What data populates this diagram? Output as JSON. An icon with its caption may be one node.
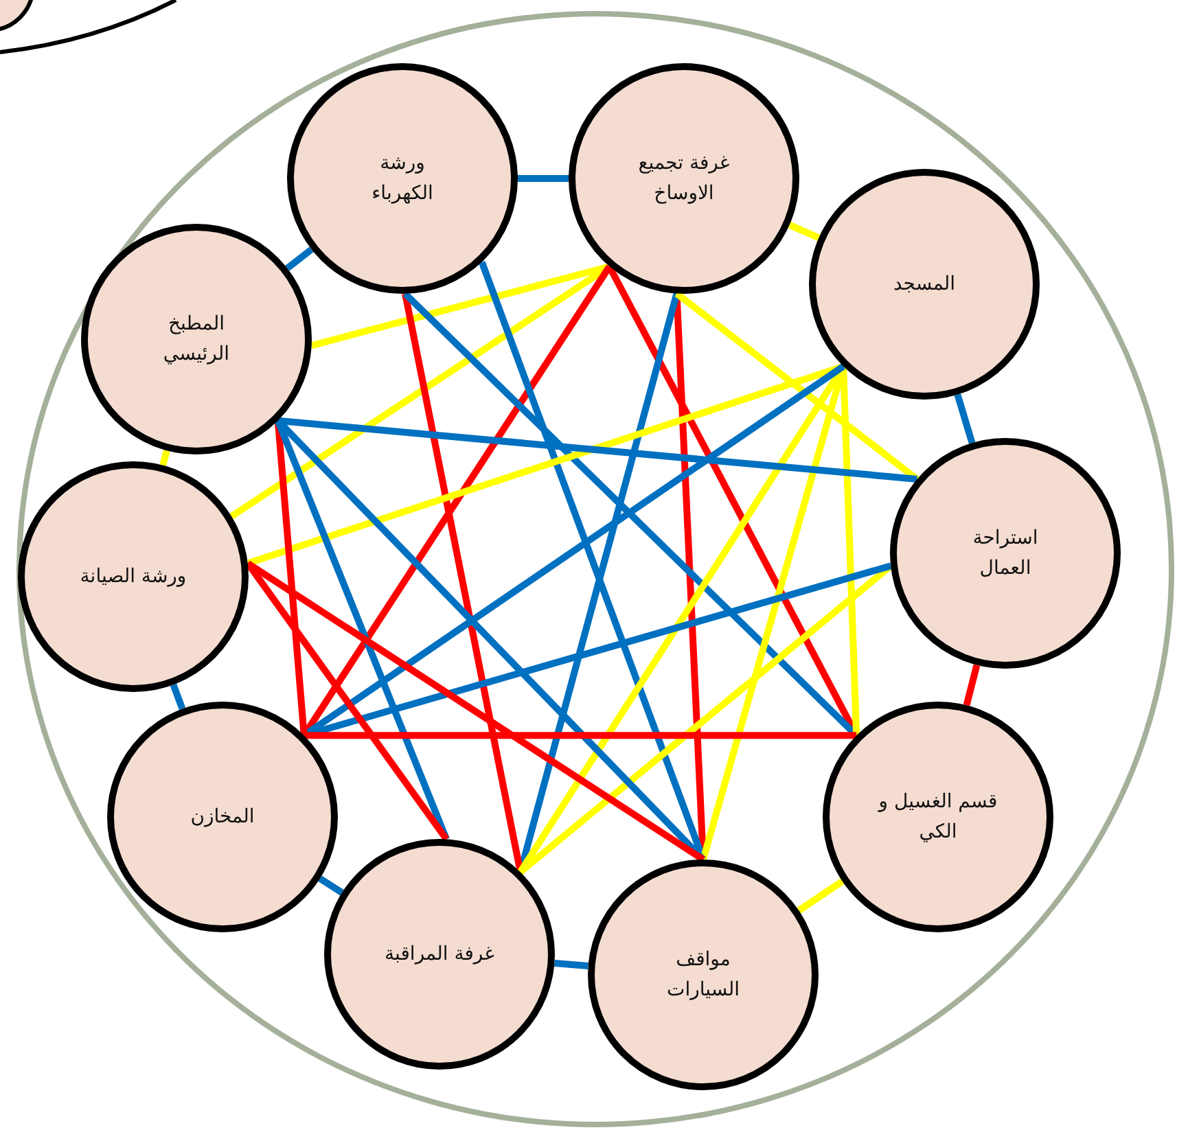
{
  "diagram": {
    "nodes": [
      {
        "text": [],
        "shape": "circle"
      },
      {
        "text": [
          "ورشة الكهرباء"
        ],
        "in": 0
      },
      {
        "text": [
          "غرفة تجميع الاوساخ"
        ],
        "in": 0
      },
      {
        "text": [
          "المسجد"
        ],
        "in": 0
      },
      {
        "text": [
          "استراحة العمال"
        ],
        "in": 0
      },
      {
        "text": [
          "قسم الغسيل و الكي"
        ],
        "in": 0
      },
      {
        "text": [
          "مواقف السيارات"
        ],
        "in": 0
      },
      {
        "text": [
          "غرفة المراقبة"
        ],
        "in": 0
      },
      {
        "text": [
          "المخازن"
        ],
        "in": 0
      },
      {
        "text": [
          "ورشة الصيانة"
        ],
        "in": 0
      },
      {
        "text": [
          "المطبخ الرئيسي"
        ],
        "in": 0
      }
    ],
    "edges": [
      {
        "from": 1,
        "to": 2,
        "arrow": "none"
      },
      {
        "from": 2,
        "to": 3,
        "arrow": "none",
        "color": "#ffff00"
      },
      {
        "from": 3,
        "to": 4,
        "arrow": "none"
      },
      {
        "from": 4,
        "to": 5,
        "arrow": "none",
        "color": "#ff0000"
      },
      {
        "from": 5,
        "to": 6,
        "arrow": "none",
        "color": "#ffff00"
      },
      {
        "from": 6,
        "to": 7,
        "arrow": "none"
      },
      {
        "from": 7,
        "to": 8,
        "arrow": "none"
      },
      {
        "from": 8,
        "to": 9,
        "arrow": "none"
      },
      {
        "from": 9,
        "to": 10,
        "arrow": "none",
        "color": "#ffff00"
      },
      {
        "from": 10,
        "to": 1,
        "arrow": "none"
      },
      {
        "from": 10,
        "to": 2,
        "arrow": "none",
        "color": "#ffff00"
      },
      {
        "from": 9,
        "to": 2,
        "arrow": "none",
        "color": "#ffff00"
      },
      {
        "from": 8,
        "to": 2,
        "arrow": "none",
        "color": "#ff0000"
      },
      {
        "from": 2,
        "to": 5,
        "arrow": "none",
        "color": "#ff0000"
      },
      {
        "from": 2,
        "to": 6,
        "arrow": "none",
        "color": "#ff0000"
      },
      {
        "from": 2,
        "to": 7,
        "arrow": "none"
      },
      {
        "from": 2,
        "to": 4,
        "arrow": "none",
        "color": "#ffff00"
      },
      {
        "from": 1,
        "to": 7,
        "arrow": "none",
        "color": "#ff0000"
      },
      {
        "from": 1,
        "to": 5,
        "arrow": "none"
      },
      {
        "from": 1,
        "to": 6,
        "arrow": "none"
      },
      {
        "from": 3,
        "to": 9,
        "arrow": "none",
        "color": "#ffff00"
      },
      {
        "from": 3,
        "to": 7,
        "arrow": "none",
        "color": "#ffff00"
      },
      {
        "from": 3,
        "to": 6,
        "arrow": "none",
        "color": "#ffff00"
      },
      {
        "from": 3,
        "to": 5,
        "arrow": "none",
        "color": "#ffff00"
      },
      {
        "from": 3,
        "to": 8,
        "arrow": "none"
      },
      {
        "from": 4,
        "to": 7,
        "arrow": "none",
        "color": "#ffff00"
      },
      {
        "from": 4,
        "to": 8,
        "arrow": "none"
      },
      {
        "from": 4,
        "to": 10,
        "arrow": "none"
      },
      {
        "from": 10,
        "to": 8,
        "arrow": "none",
        "color": "#ff0000"
      },
      {
        "from": 10,
        "to": 7,
        "arrow": "none"
      },
      {
        "from": 10,
        "to": 6,
        "arrow": "none"
      },
      {
        "from": 9,
        "to": 7,
        "arrow": "none",
        "color": "#ff0000"
      },
      {
        "from": 9,
        "to": 6,
        "arrow": "none",
        "color": "#ff0000"
      },
      {
        "from": 8,
        "to": 5,
        "arrow": "none",
        "color": "#ff0000"
      }
    ]
  }
}
